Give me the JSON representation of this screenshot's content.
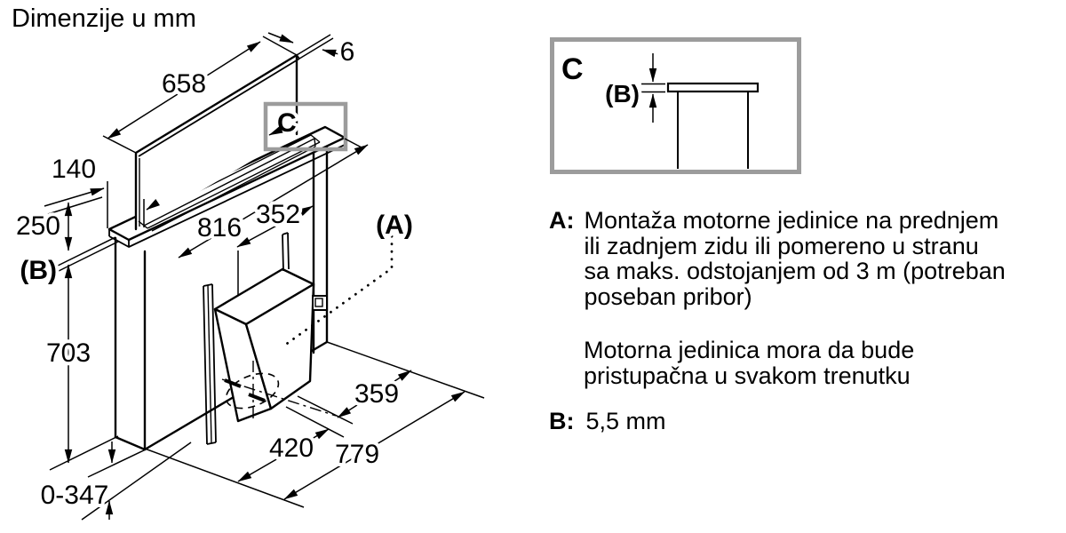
{
  "title": "Dimenzije u mm",
  "colors": {
    "line": "#000000",
    "highlight_border": "#9c9c9c",
    "background": "#ffffff"
  },
  "drawing": {
    "unit": "mm",
    "dims": {
      "panel_width": "658",
      "panel_thickness": "6",
      "trim_depth": "140",
      "panel_height": "250",
      "gap_ref": "(B)",
      "body_height": "703",
      "floor_clearance": "0-347",
      "cutout_length": "816",
      "motor_unit_width": "352",
      "motor_note_ref": "(A)",
      "motor_to_wall": "359",
      "motor_offset": "420",
      "total_depth": "779",
      "detail_ref": "C"
    }
  },
  "detail_c": {
    "label": "C",
    "dim_ref": "(B)"
  },
  "notes": {
    "a_label": "A:",
    "a_text": "Montaža motorne jedinice na prednjem\nili zadnjem zidu ili pomereno u stranu\nsa maks. odstojanjem od 3 m (potreban\nposeban pribor)",
    "a_text2": "Motorna jedinica mora da bude\npristupačna u svakom trenutku",
    "b_label": "B:",
    "b_value": "5,5 mm"
  }
}
